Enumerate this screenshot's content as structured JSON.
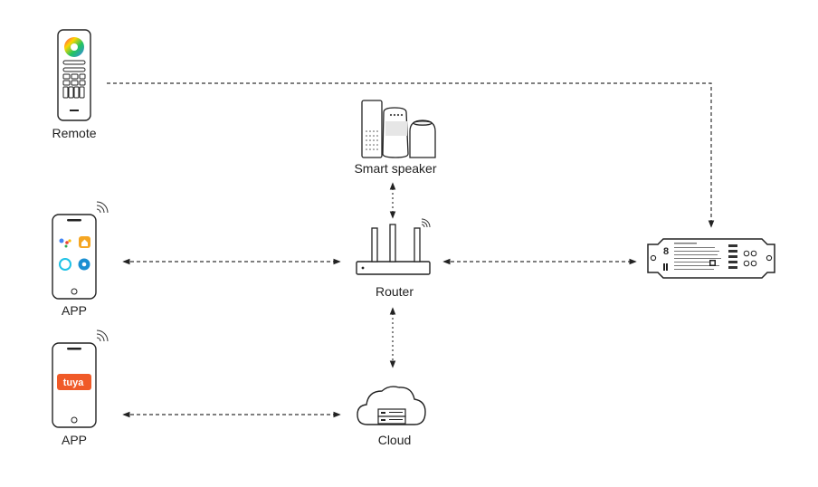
{
  "labels": {
    "remote": "Remote",
    "smart_speaker": "Smart speaker",
    "app_ecosystem": "APP",
    "router": "Router",
    "app_tuya": "APP",
    "cloud": "Cloud"
  },
  "tuya_logo_text": "tuya",
  "controller_label": "8",
  "colors": {
    "line": "#333333",
    "device_outline": "#222222",
    "tuya_orange": "#f05a28",
    "google_blue": "#4285f4",
    "google_red": "#ea4335",
    "google_yellow": "#fbbc05",
    "google_green": "#34a853",
    "home_orange": "#f5a623",
    "alexa_cyan": "#1ec2e6",
    "smartthings_blue": "#1b8fd1"
  },
  "icons": [
    "rf-remote-icon",
    "smart-speaker-icon",
    "smartphone-icon",
    "router-icon",
    "cloud-server-icon",
    "led-controller-icon",
    "wifi-signal-icon"
  ]
}
